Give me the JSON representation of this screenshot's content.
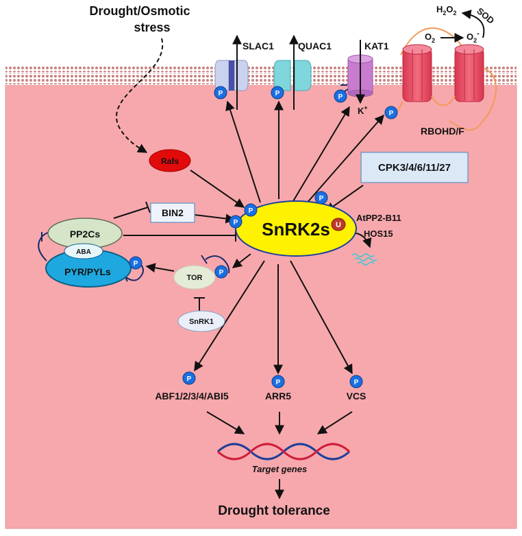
{
  "stimulus": {
    "line1": "Drought/Osmotic",
    "line2": "stress"
  },
  "channels": {
    "slac1": "SLAC1",
    "quac1": "QUAC1",
    "kat1": "KAT1",
    "rbohd": "RBOHD/F"
  },
  "ions": {
    "k_base": "K",
    "k_sup": "+"
  },
  "ros": {
    "h2o2_base": "H",
    "h2o2_sub1": "2",
    "h2o2_mid": "O",
    "h2o2_sub2": "2",
    "o2_base": "O",
    "o2_sub": "2",
    "o2r_base": "O",
    "o2r_sub": "2",
    "o2r_sup": "-",
    "sod": "SOD"
  },
  "nodes": {
    "rafs": "Rafs",
    "bin2": "BIN2",
    "pp2cs": "PP2Cs",
    "aba": "ABA",
    "pyr": "PYR/PYLs",
    "tor": "TOR",
    "snrk1": "SnRK1",
    "snrk2": "SnRK2s",
    "cpk": "CPK3/4/6/11/27",
    "atpp2": "AtPP2-B11",
    "hos15": "HOS15"
  },
  "badges": {
    "phospho": "P",
    "ubiquitin": "U"
  },
  "targets": {
    "abf": "ABF1/2/3/4/ABI5",
    "arr5": "ARR5",
    "vcs": "VCS"
  },
  "genes": "Target genes",
  "outcome": "Drought tolerance",
  "colors": {
    "cell": "#f7a8ac",
    "membrane_dot": "#c9837f",
    "snrk2": "#fff200",
    "rafs": "#e20b0b",
    "pp2c": "#d6e5c8",
    "pyr": "#1fa8e0",
    "cpk_box": "#dbe8f6",
    "p_badge": "#1b6fe0",
    "u_badge": "#c0392b",
    "rboh": "#ec4b62",
    "slac1": "#c9d3ee",
    "quac1": "#7fd6dc",
    "kat1": "#c77cd0"
  }
}
